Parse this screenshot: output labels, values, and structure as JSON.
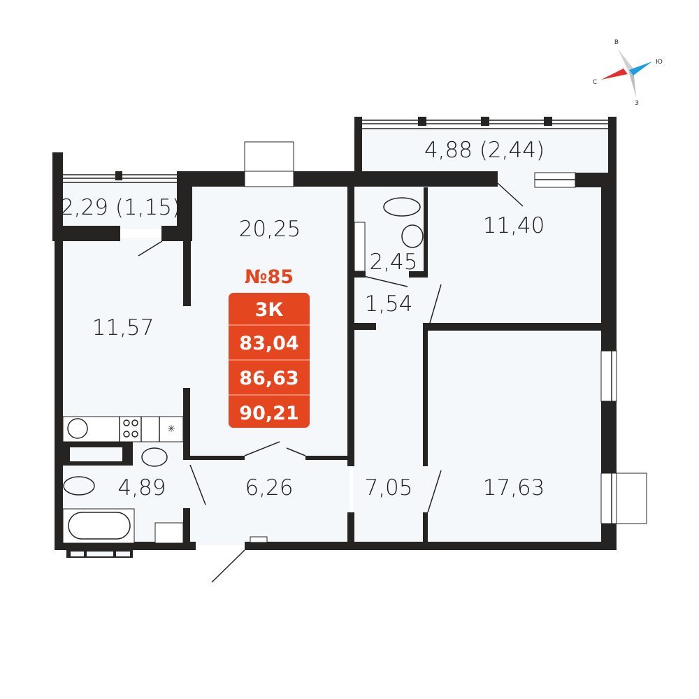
{
  "apartment": {
    "number": "№85",
    "rooms_type": "3К",
    "area_living_total": "83,04",
    "area_with_loggia_half": "86,63",
    "area_with_loggia_full": "90,21",
    "accent_color": "#e4461f"
  },
  "rooms": {
    "balcony_left": "2,29 (1,15)",
    "living": "20,25",
    "kitchen": "11,57",
    "toilet": "2,45",
    "closet": "1,54",
    "bedroom_top": "11,40",
    "balcony_right": "4,88 (2,44)",
    "bathroom": "4,89",
    "hall": "6,26",
    "corridor": "7,05",
    "bedroom_bottom": "17,63"
  },
  "compass": {
    "north": "С",
    "south": "Ю",
    "east": "В",
    "west": "З"
  }
}
